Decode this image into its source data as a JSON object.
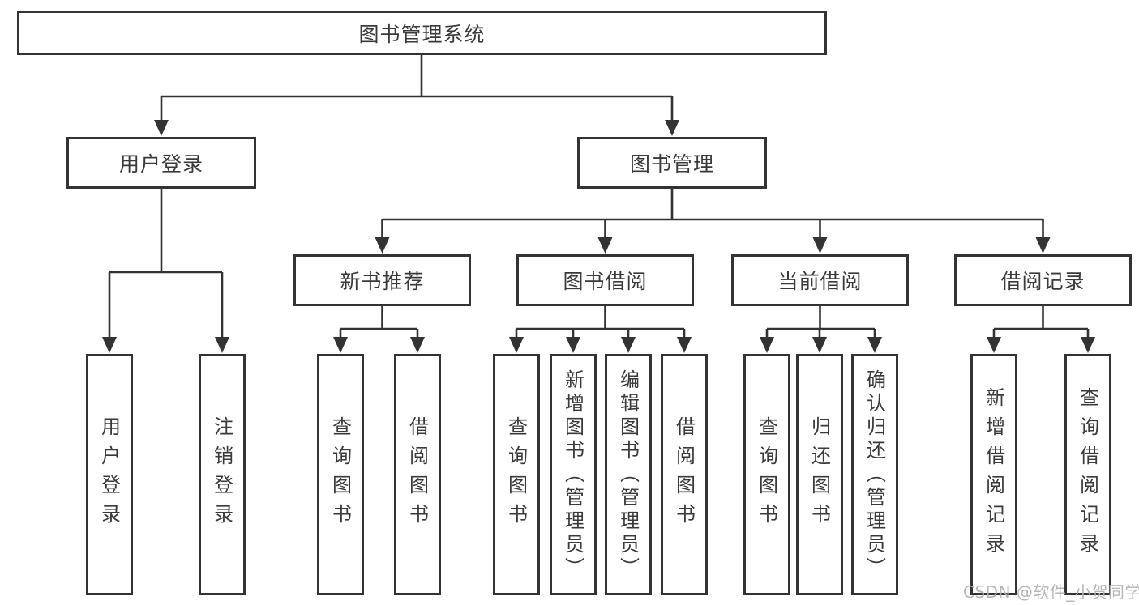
{
  "tree": {
    "root": {
      "label": "图书管理系统"
    },
    "branches": [
      {
        "label": "用户登录",
        "children": [
          {
            "label": "用户登录"
          },
          {
            "label": "注销登录"
          }
        ]
      },
      {
        "label": "图书管理",
        "sections": [
          {
            "label": "新书推荐",
            "children": [
              {
                "label": "查询图书"
              },
              {
                "label": "借阅图书"
              }
            ]
          },
          {
            "label": "图书借阅",
            "children": [
              {
                "label": "查询图书"
              },
              {
                "label": "新增图书（管理员）"
              },
              {
                "label": "编辑图书（管理员）"
              },
              {
                "label": "借阅图书"
              }
            ]
          },
          {
            "label": "当前借阅",
            "children": [
              {
                "label": "查询图书"
              },
              {
                "label": "归还图书"
              },
              {
                "label": "确认归还（管理员）"
              }
            ]
          },
          {
            "label": "借阅记录",
            "children": [
              {
                "label": "新增借阅记录"
              },
              {
                "label": "查询借阅记录"
              }
            ]
          }
        ]
      }
    ]
  },
  "watermark": {
    "text": "CSDN @软件_小贺同学"
  },
  "colors": {
    "line": "#333333",
    "text": "#3a3a3a",
    "watermark": "#b3b3b3",
    "background": "#ffffff"
  }
}
